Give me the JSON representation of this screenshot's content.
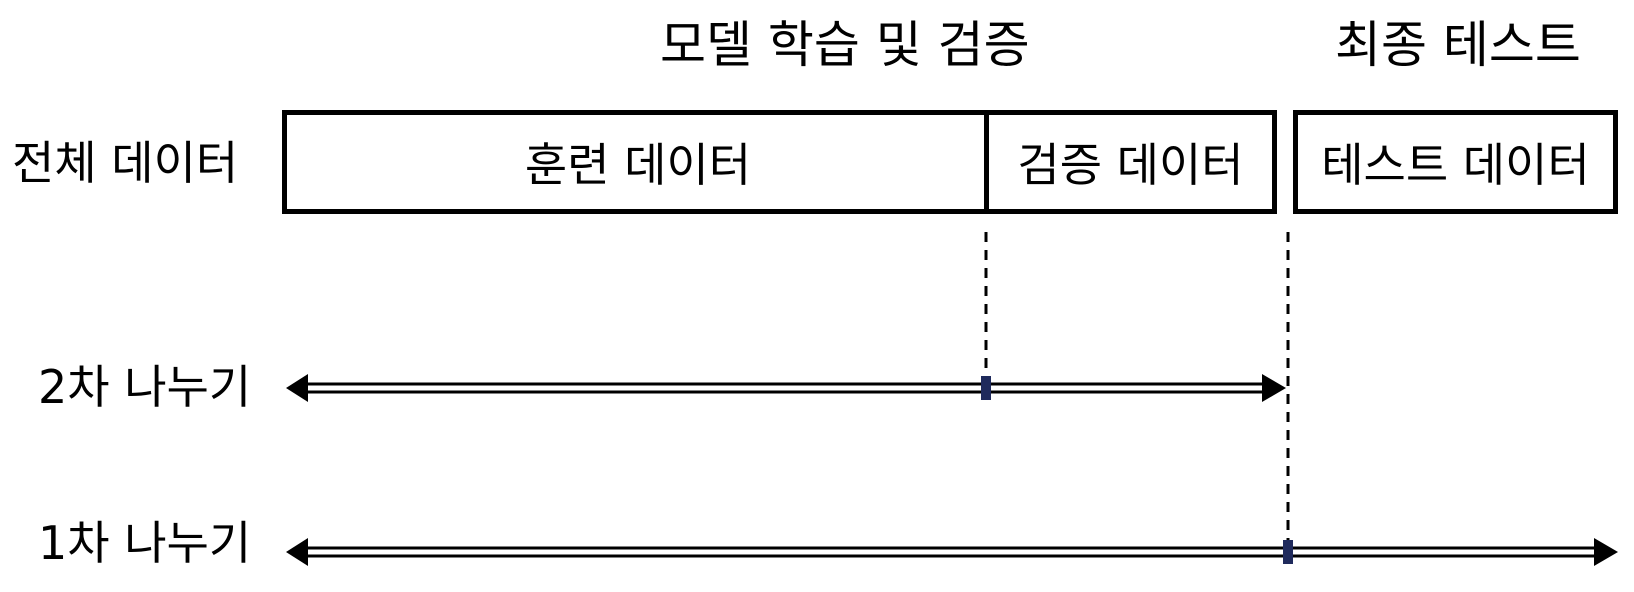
{
  "headers": {
    "train_validate": "모델 학습 및 검증",
    "final_test": "최종 테스트"
  },
  "rows": {
    "full_data": "전체 데이터",
    "split_2": "2차 나누기",
    "split_1": "1차 나누기"
  },
  "segments": {
    "train": "훈련 데이터",
    "validation": "검증 데이터",
    "test": "테스트 데이터"
  },
  "colors": {
    "line": "#000000",
    "marker": "#1f2a5c"
  }
}
